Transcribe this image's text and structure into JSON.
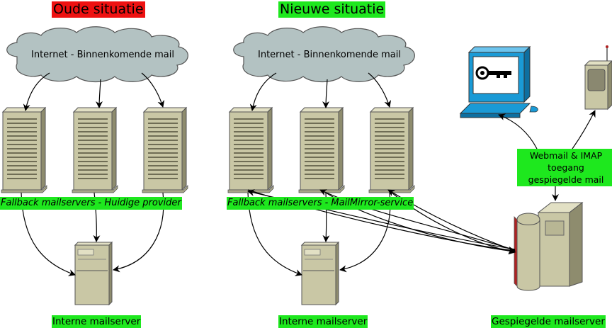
{
  "titles": {
    "old": "Oude situatie",
    "new": "Nieuwe situatie"
  },
  "cloud_label": "Internet - Binnenkomende mail",
  "old_caption": "Fallback mailservers  -  Huidige provider",
  "new_caption": "Fallback mailservers  -  MailMirror-service",
  "internal_label": "Interne mailserver",
  "mirror_label": "Gespiegelde mailserver",
  "access_label": {
    "line1": "Webmail & IMAP",
    "line2": "toegang",
    "line3": "gespiegelde mail"
  },
  "colors": {
    "highlight_green": "#1ee81e",
    "highlight_red": "#ee1111",
    "cloud_fill": "#b3c2c2",
    "server_fill": "#c9c7a5",
    "monitor_blue": "#1a9ad6"
  },
  "icons": [
    "cloud-icon",
    "rack-server-icon",
    "tower-server-icon",
    "mainframe-server-icon",
    "monitor-key-icon",
    "mobile-phone-icon"
  ]
}
